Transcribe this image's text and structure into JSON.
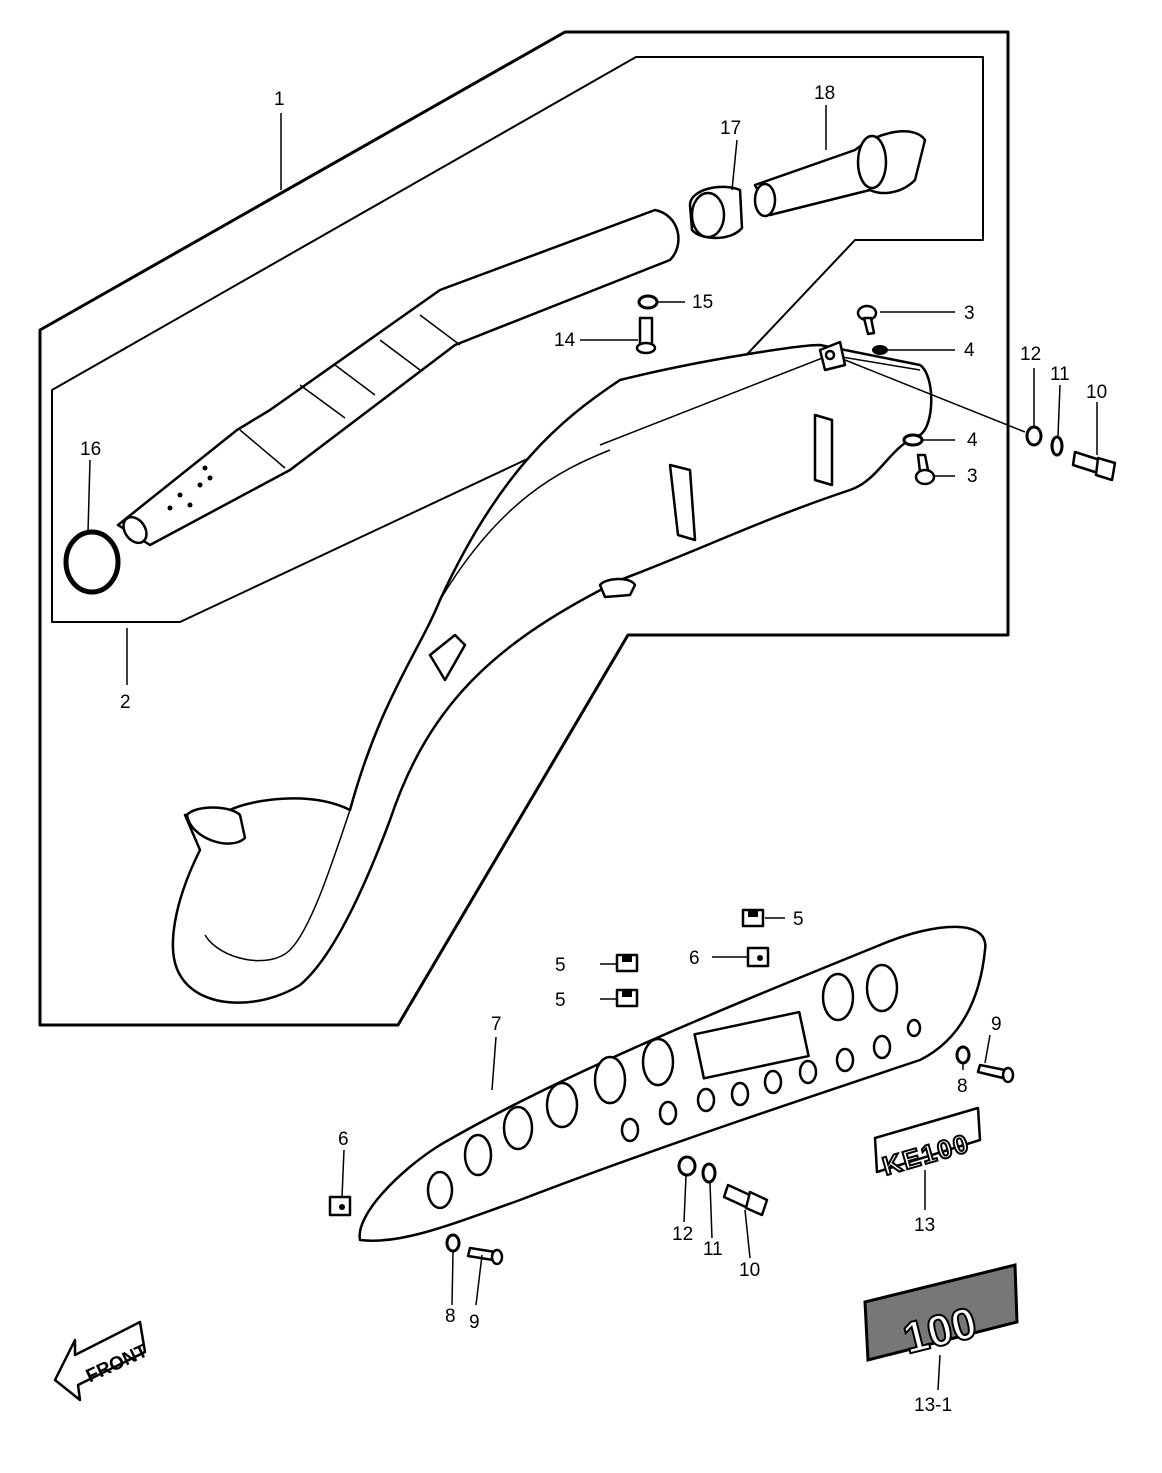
{
  "callouts": {
    "c1": "1",
    "c2": "2",
    "c3a": "3",
    "c3b": "3",
    "c4a": "4",
    "c4b": "4",
    "c5a": "5",
    "c5b": "5",
    "c5c": "5",
    "c6a": "6",
    "c6b": "6",
    "c7": "7",
    "c8a": "8",
    "c8b": "8",
    "c9a": "9",
    "c9b": "9",
    "c10a": "10",
    "c10b": "10",
    "c11a": "11",
    "c11b": "11",
    "c12a": "12",
    "c12b": "12",
    "c13": "13",
    "c13_1": "13-1",
    "c14": "14",
    "c15": "15",
    "c16": "16",
    "c17": "17",
    "c18": "18"
  },
  "front_arrow": {
    "label": "FRONT"
  },
  "emblem_13": {
    "text": "KE100"
  },
  "emblem_13_1": {
    "text": "100"
  }
}
